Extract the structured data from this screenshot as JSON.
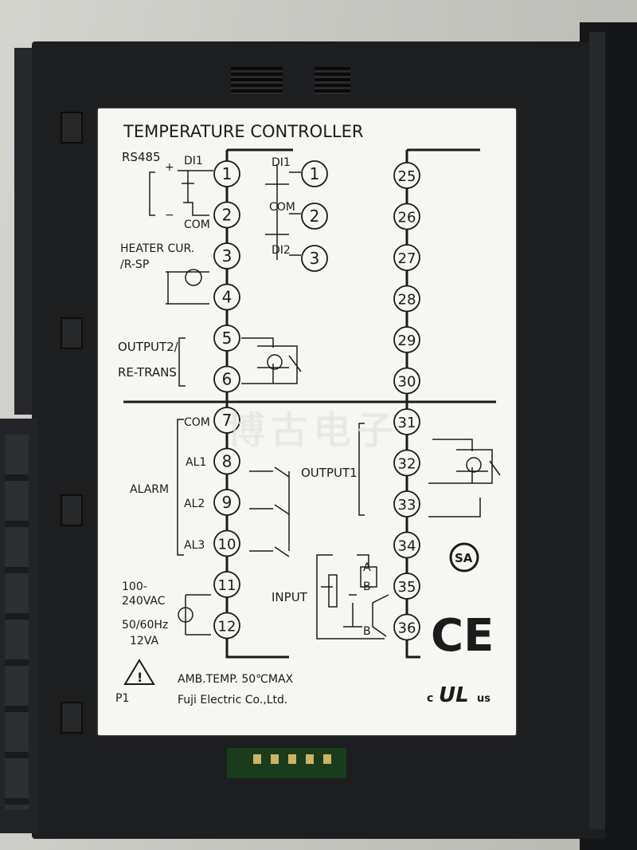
{
  "label": {
    "title": "TEMPERATURE CONTROLLER",
    "rs485": "RS485",
    "plus": "+",
    "minus": "−",
    "di1": "DI1",
    "di2": "DI2",
    "com": "COM",
    "heater": "HEATER CUR.",
    "rsp": "/R-SP",
    "output2": "OUTPUT2/",
    "retrans": "RE-TRANS",
    "output1": "OUTPUT1",
    "alarm": "ALARM",
    "al1": "AL1",
    "al2": "AL2",
    "al3": "AL3",
    "power_v1": "100-",
    "power_v2": "240VAC",
    "power_f": "50/60Hz",
    "power_va": "12VA",
    "input": "INPUT",
    "term_a": "A",
    "term_b": "B",
    "amb": "AMB.TEMP. 50℃MAX",
    "maker": "Fuji Electric Co.,Ltd.",
    "p1": "P1",
    "ce": "CE",
    "csa": "SA",
    "ul_c": "c",
    "ul_us": "us",
    "ul": "UL",
    "warn": "!"
  },
  "terminals_left": [
    "1",
    "2",
    "3",
    "4",
    "5",
    "6",
    "7",
    "8",
    "9",
    "10",
    "11",
    "12"
  ],
  "terminals_inner": [
    "1",
    "2",
    "3"
  ],
  "terminals_right": [
    "25",
    "26",
    "27",
    "28",
    "29",
    "30",
    "31",
    "32",
    "33",
    "34",
    "35",
    "36"
  ],
  "watermark": "博古电子",
  "colors": {
    "housing": "#1d1e20",
    "label": "#f6f6f3",
    "ink": "#1b1b1b"
  }
}
